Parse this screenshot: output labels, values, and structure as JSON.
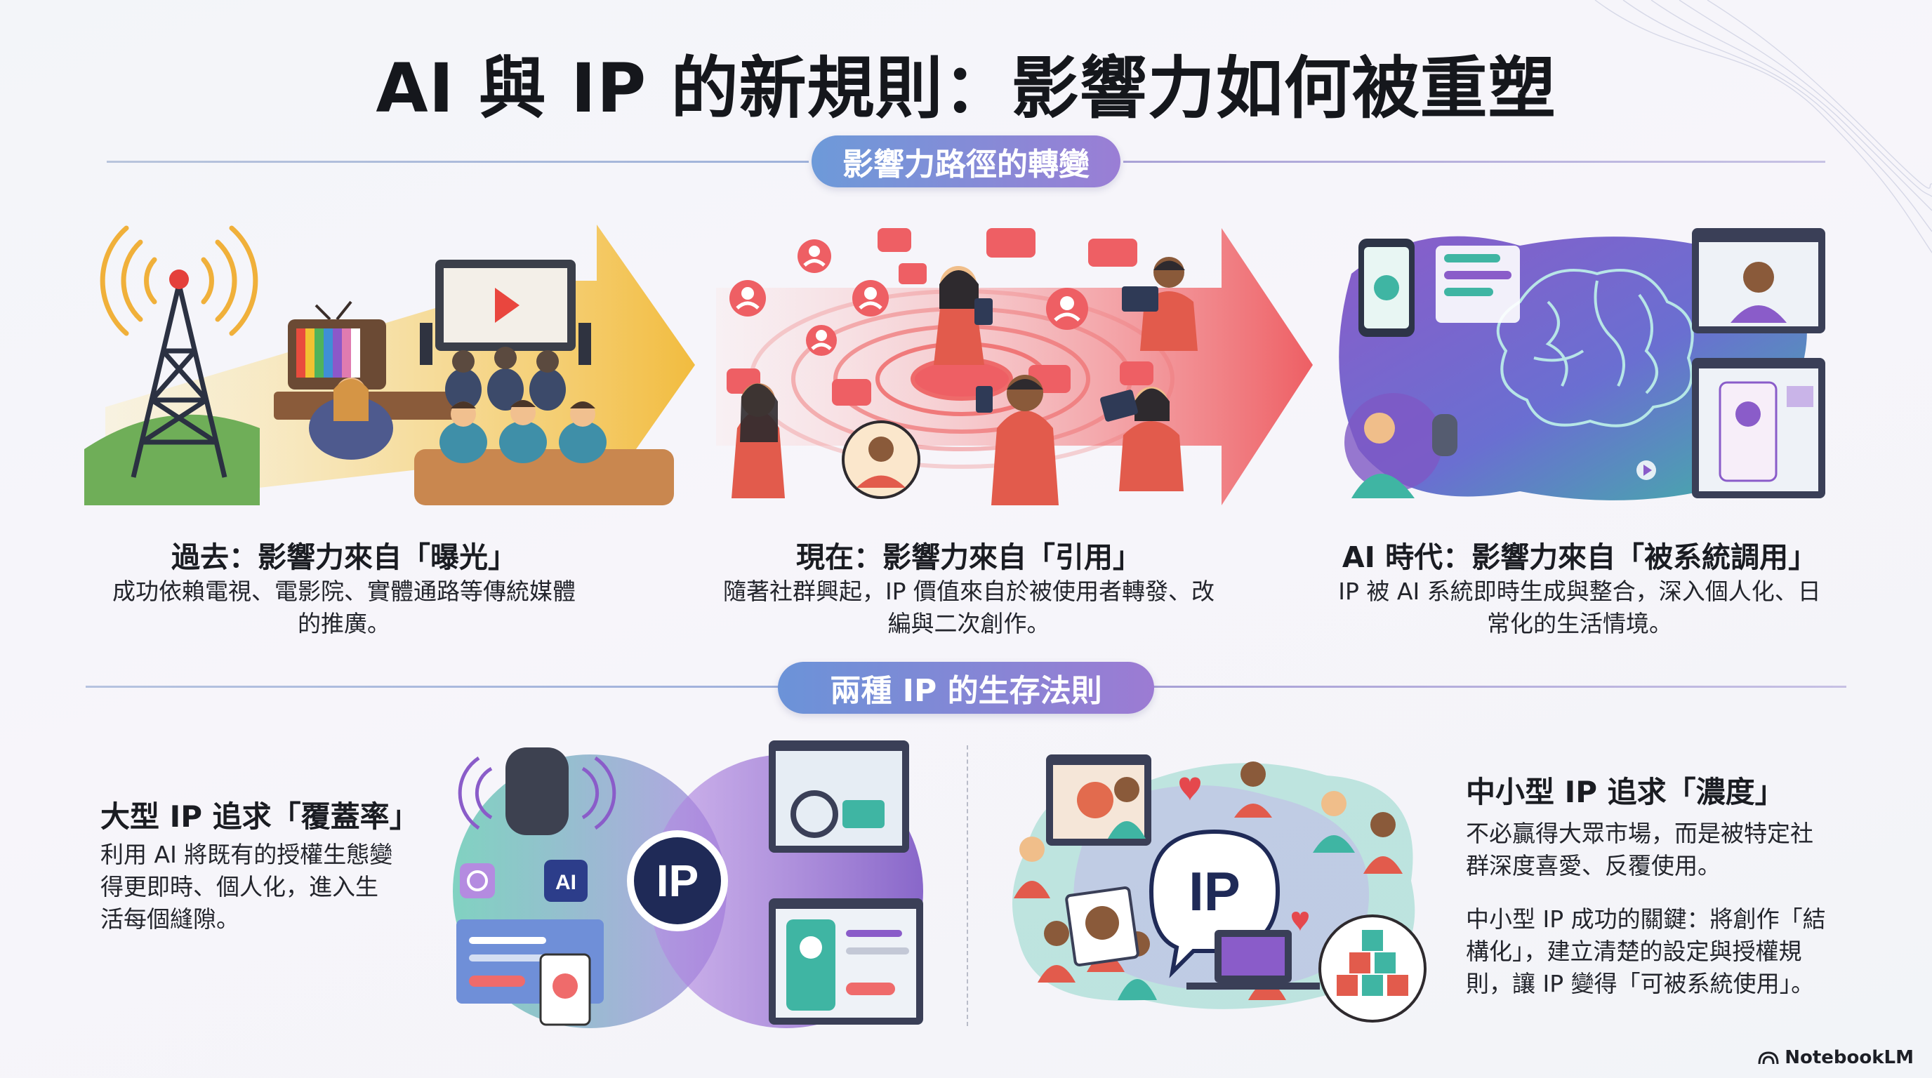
{
  "title": "AI 與 IP 的新規則：影響力如何被重塑",
  "section1": {
    "label": "影響力路徑的轉變"
  },
  "stages": [
    {
      "title": "過去：影響力來自「曝光」",
      "desc_lines": [
        "成功依賴電視、電影院、實體通路等傳統媒體",
        "的推廣。"
      ]
    },
    {
      "title": "現在：影響力來自「引用」",
      "desc_lines": [
        "隨著社群興起，IP 價值來自於被使用者轉發、改",
        "編與二次創作。"
      ]
    },
    {
      "title": "AI 時代：影響力來自「被系統調用」",
      "desc_lines": [
        "IP 被 AI 系統即時生成與整合，深入個人化、日",
        "常化的生活情境。"
      ]
    }
  ],
  "section2": {
    "label": "兩種 IP 的生存法則"
  },
  "large_ip": {
    "title": "大型 IP 追求「覆蓋率」",
    "desc_lines": [
      "利用 AI 將既有的授權生態變",
      "得更即時、個人化，進入生",
      "活每個縫隙。"
    ],
    "hub_label": "IP",
    "ai_badge": "AI"
  },
  "small_ip": {
    "title": "中小型 IP 追求「濃度」",
    "desc1_lines": [
      "不必贏得大眾市場，而是被特定社",
      "群深度喜愛、反覆使用。"
    ],
    "desc2_lines": [
      "中小型 IP 成功的關鍵：將創作「結",
      "構化」，建立清楚的設定與授權規",
      "則，讓 IP 變得「可被系統使用」。"
    ],
    "hub_label": "IP"
  },
  "brand": {
    "name": "NotebookLM"
  },
  "colors": {
    "pill1": "#6f8fd8",
    "pill2": "#8a6fd0",
    "arrow_past": "#f2c14e",
    "arrow_now": "#ef6b6b",
    "ai_purple": "#8a5cc9",
    "ai_teal": "#38b6a6",
    "ip_navy": "#1f2a57"
  }
}
